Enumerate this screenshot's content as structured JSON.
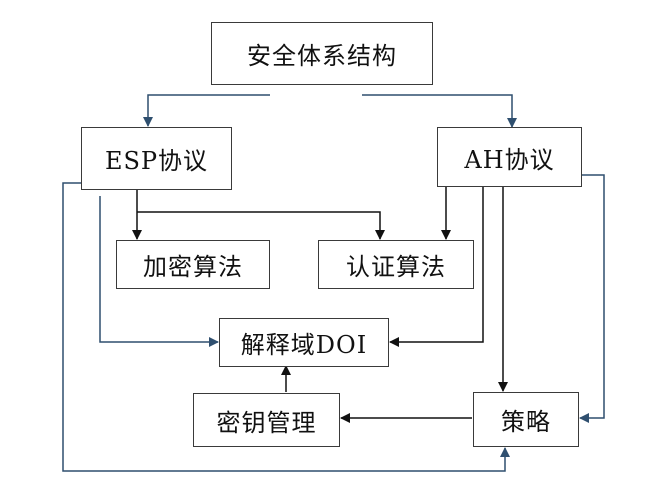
{
  "diagram": {
    "nodes": {
      "security_architecture": "安全体系结构",
      "esp_protocol": "ESP协议",
      "ah_protocol": "AH协议",
      "encryption_algorithm": "加密算法",
      "authentication_algorithm": "认证算法",
      "doi": "解释域DOI",
      "key_management": "密钥管理",
      "policy": "策略"
    },
    "edges": [
      {
        "from": "security_architecture",
        "to": "esp_protocol"
      },
      {
        "from": "security_architecture",
        "to": "ah_protocol"
      },
      {
        "from": "esp_protocol",
        "to": "encryption_algorithm"
      },
      {
        "from": "esp_protocol",
        "to": "authentication_algorithm"
      },
      {
        "from": "ah_protocol",
        "to": "authentication_algorithm"
      },
      {
        "from": "esp_protocol",
        "to": "doi"
      },
      {
        "from": "ah_protocol",
        "to": "doi"
      },
      {
        "from": "ah_protocol",
        "to": "policy"
      },
      {
        "from": "ah_protocol",
        "to": "policy"
      },
      {
        "from": "esp_protocol",
        "to": "policy"
      },
      {
        "from": "policy",
        "to": "key_management"
      },
      {
        "from": "key_management",
        "to": "doi"
      }
    ],
    "colors": {
      "line_dark": "#111111",
      "line_navy": "#2f4f6f",
      "box_border": "#3a3a3a"
    }
  }
}
